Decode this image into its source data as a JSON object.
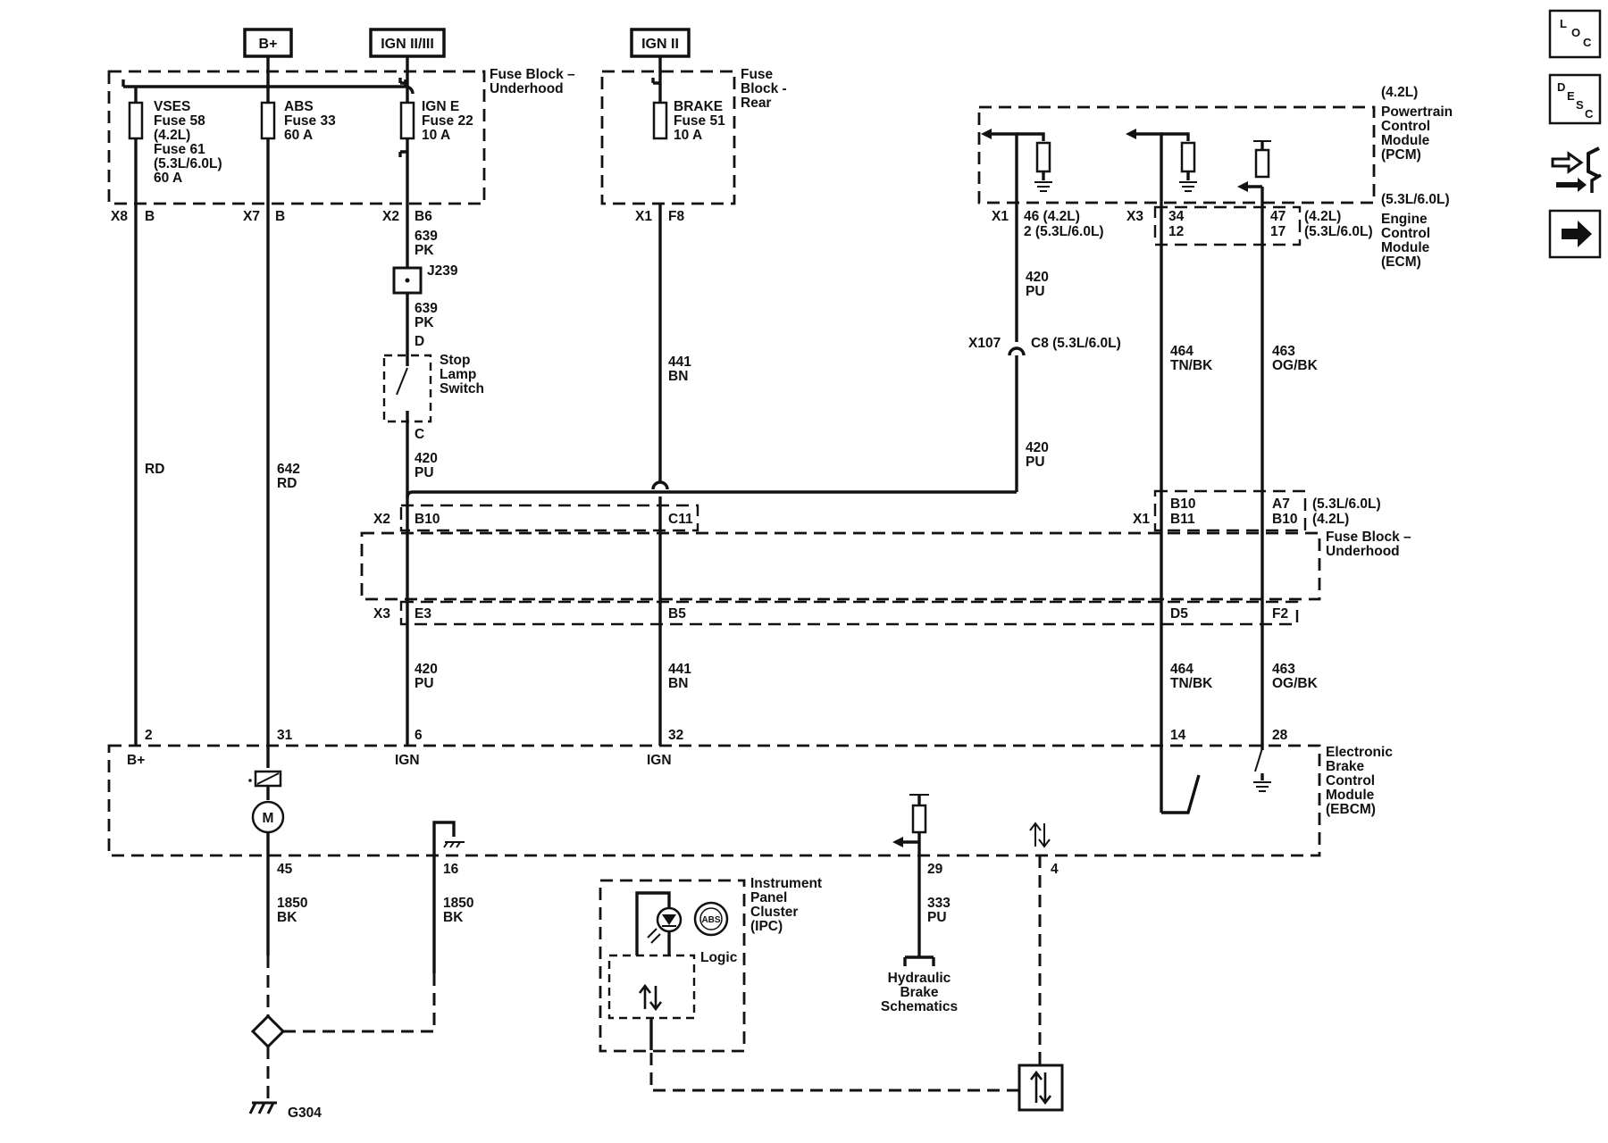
{
  "power": {
    "bplus": "B+",
    "ign23": "IGN II/III",
    "ign2": "IGN II"
  },
  "fuse_block_underhood": {
    "label1": "Fuse Block –",
    "label2": "Underhood",
    "vses": [
      "VSES",
      "Fuse 58",
      "(4.2L)",
      "Fuse 61",
      "(5.3L/6.0L)",
      "60 A"
    ],
    "abs": [
      "ABS",
      "Fuse 33",
      "60 A"
    ],
    "igne": [
      "IGN E",
      "Fuse 22",
      "10 A"
    ],
    "conn": {
      "x8": "X8",
      "b1": "B",
      "x7": "X7",
      "b2": "B",
      "x2": "X2",
      "b6": "B6"
    }
  },
  "fuse_block_rear": {
    "label": [
      "Fuse",
      "Block -",
      "Rear"
    ],
    "brake": [
      "BRAKE",
      "Fuse 51",
      "10 A"
    ],
    "conn": {
      "x1": "X1",
      "f8": "F8"
    }
  },
  "pcm": {
    "label": [
      "(4.2L)",
      "Powertrain",
      "Control",
      "Module",
      "(PCM)"
    ],
    "ecm_label": [
      "(5.3L/6.0L)",
      "Engine",
      "Control",
      "Module",
      "(ECM)"
    ],
    "x1": "X1",
    "p46": "46 (4.2L)",
    "p2": "2 (5.3L/6.0L)",
    "x3": "X3",
    "p34": "34",
    "p12": "12",
    "p47": "47",
    "p17": "17",
    "v42": "(4.2L)",
    "v53": "(5.3L/6.0L)"
  },
  "wires": {
    "w639a": [
      "639",
      "PK"
    ],
    "j239": "J239",
    "w639b": [
      "639",
      "PK"
    ],
    "d": "D",
    "stop_lamp": [
      "Stop",
      "Lamp",
      "Switch"
    ],
    "c": "C",
    "w420a": [
      "420",
      "PU"
    ],
    "w420b": [
      "420",
      "PU"
    ],
    "w420c": [
      "420",
      "PU"
    ],
    "w420d": [
      "420",
      "PU"
    ],
    "x107": "X107",
    "c8": "C8 (5.3L/6.0L)",
    "w441a": [
      "441",
      "BN"
    ],
    "w441b": [
      "441",
      "BN"
    ],
    "w464a": [
      "464",
      "TN/BK"
    ],
    "w464b": [
      "464",
      "TN/BK"
    ],
    "w463a": [
      "463",
      "OG/BK"
    ],
    "w463b": [
      "463",
      "OG/BK"
    ],
    "rd": "RD",
    "w642": [
      "642",
      "RD"
    ]
  },
  "underhood_mid": {
    "x2": "X2",
    "b10": "B10",
    "c11": "C11",
    "x1": "X1",
    "b10b": "B10",
    "b11": "B11",
    "a7": "A7",
    "b10c": "B10",
    "v53": "(5.3L/6.0L)",
    "v42": "(4.2L)",
    "label1": "Fuse Block –",
    "label2": "Underhood",
    "x3": "X3",
    "e3": "E3",
    "b5": "B5",
    "d5": "D5",
    "f2": "F2"
  },
  "ebcm": {
    "label": [
      "Electronic",
      "Brake",
      "Control",
      "Module",
      "(EBCM)"
    ],
    "p2": "2",
    "p31": "31",
    "p6": "6",
    "p32": "32",
    "p14": "14",
    "p28": "28",
    "bplus": "B+",
    "ign1": "IGN",
    "ign2": "IGN",
    "motor": "M",
    "p45": "45",
    "p16": "16",
    "p29": "29",
    "p4": "4"
  },
  "lower": {
    "w1850a": [
      "1850",
      "BK"
    ],
    "w1850b": [
      "1850",
      "BK"
    ],
    "g304": "G304",
    "w333": [
      "333",
      "PU"
    ],
    "hydraulic": [
      "Hydraulic",
      "Brake",
      "Schematics"
    ],
    "ipc": [
      "Instrument",
      "Panel",
      "Cluster",
      "(IPC)"
    ],
    "logic": "Logic",
    "abs_icon": "ABS"
  },
  "side_icons": [
    {
      "name": "loc-icon",
      "letters": [
        "L",
        "O",
        "C"
      ]
    },
    {
      "name": "desc-icon",
      "letters": [
        "D",
        "E",
        "S",
        "C"
      ]
    },
    {
      "name": "connector-icon"
    },
    {
      "name": "next-arrow-icon"
    }
  ]
}
